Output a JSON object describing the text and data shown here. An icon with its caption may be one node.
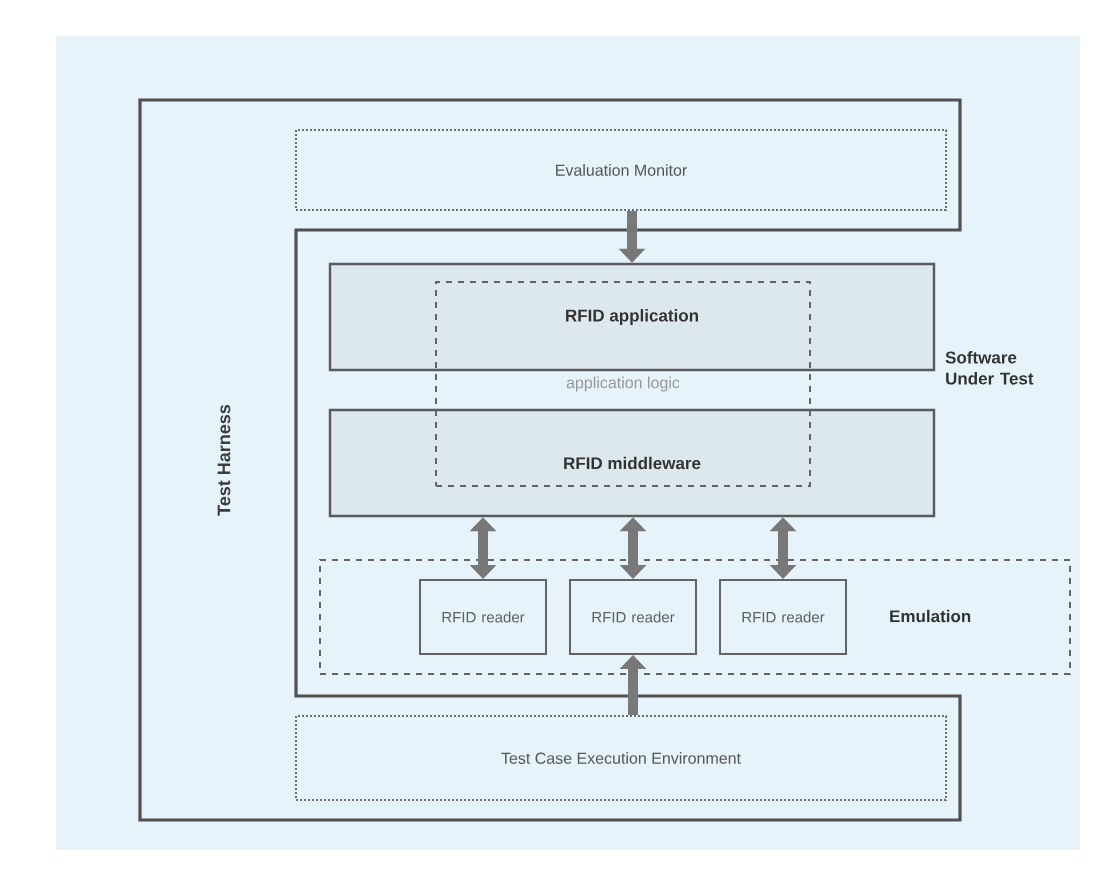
{
  "diagram": {
    "nodes": [
      {
        "text": [
          "Test Harness"
        ]
      },
      {
        "text": [
          "Evaluation Monitor"
        ],
        "in": 0
      },
      {
        "text": [
          "RFID application"
        ]
      },
      {
        "text": [
          "application logic"
        ]
      },
      {
        "text": [
          "RFID middleware"
        ]
      },
      {
        "text": [
          "Emulation"
        ]
      },
      {
        "text": [
          "RFID reader"
        ],
        "in": 5
      },
      {
        "text": [
          "RFID reader"
        ],
        "in": 5
      },
      {
        "text": [
          "RFID reader"
        ],
        "in": 5
      },
      {
        "text": [
          "Test Case Execution Environment"
        ],
        "in": 0
      }
    ],
    "edges": [
      {
        "from": 1,
        "to": 2,
        "arrow": "to"
      },
      {
        "from": 4,
        "to": 6,
        "arrow": "both"
      },
      {
        "from": 4,
        "to": 7,
        "arrow": "both"
      },
      {
        "from": 4,
        "to": 8,
        "arrow": "both"
      },
      {
        "from": 9,
        "to": 7,
        "arrow": "to"
      }
    ],
    "labels": [
      "Software Under Test"
    ]
  }
}
